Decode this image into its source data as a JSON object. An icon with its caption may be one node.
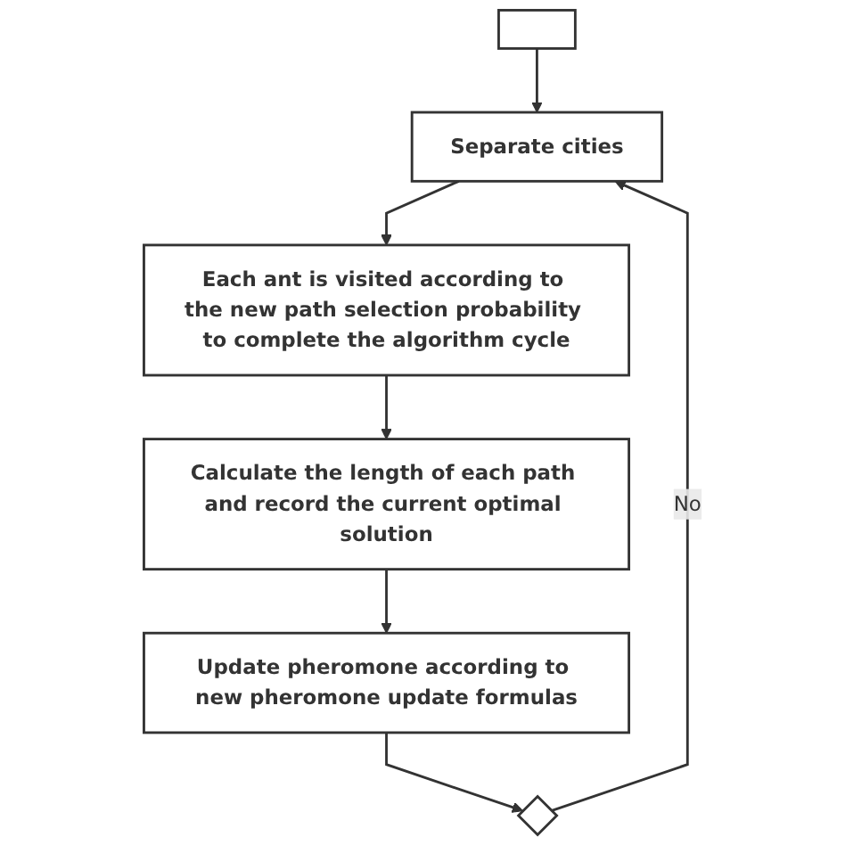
{
  "diagram": {
    "nodes": [
      {
        "text": [],
        "shape": "box"
      },
      {
        "text": [
          "Separate cities"
        ]
      },
      {
        "text": [
          "Each ant is visited according to the new path selection probability to complete the algorithm cycle"
        ]
      },
      {
        "text": [
          "Calculate the length of each path and record the current optimal solution"
        ]
      },
      {
        "text": [
          "Update pheromone according to new pheromone update formulas"
        ]
      },
      {
        "text": [],
        "shape": "diamond"
      }
    ],
    "edges": [
      {
        "from": 0,
        "to": 1,
        "arrow": "to"
      },
      {
        "from": 1,
        "to": 2,
        "arrow": "to"
      },
      {
        "from": 2,
        "to": 3,
        "arrow": "to"
      },
      {
        "from": 3,
        "to": 4,
        "arrow": "to"
      },
      {
        "from": 4,
        "to": 5,
        "arrow": "to"
      },
      {
        "from": 5,
        "to": 1,
        "label": "No",
        "arrow": "to"
      }
    ]
  }
}
